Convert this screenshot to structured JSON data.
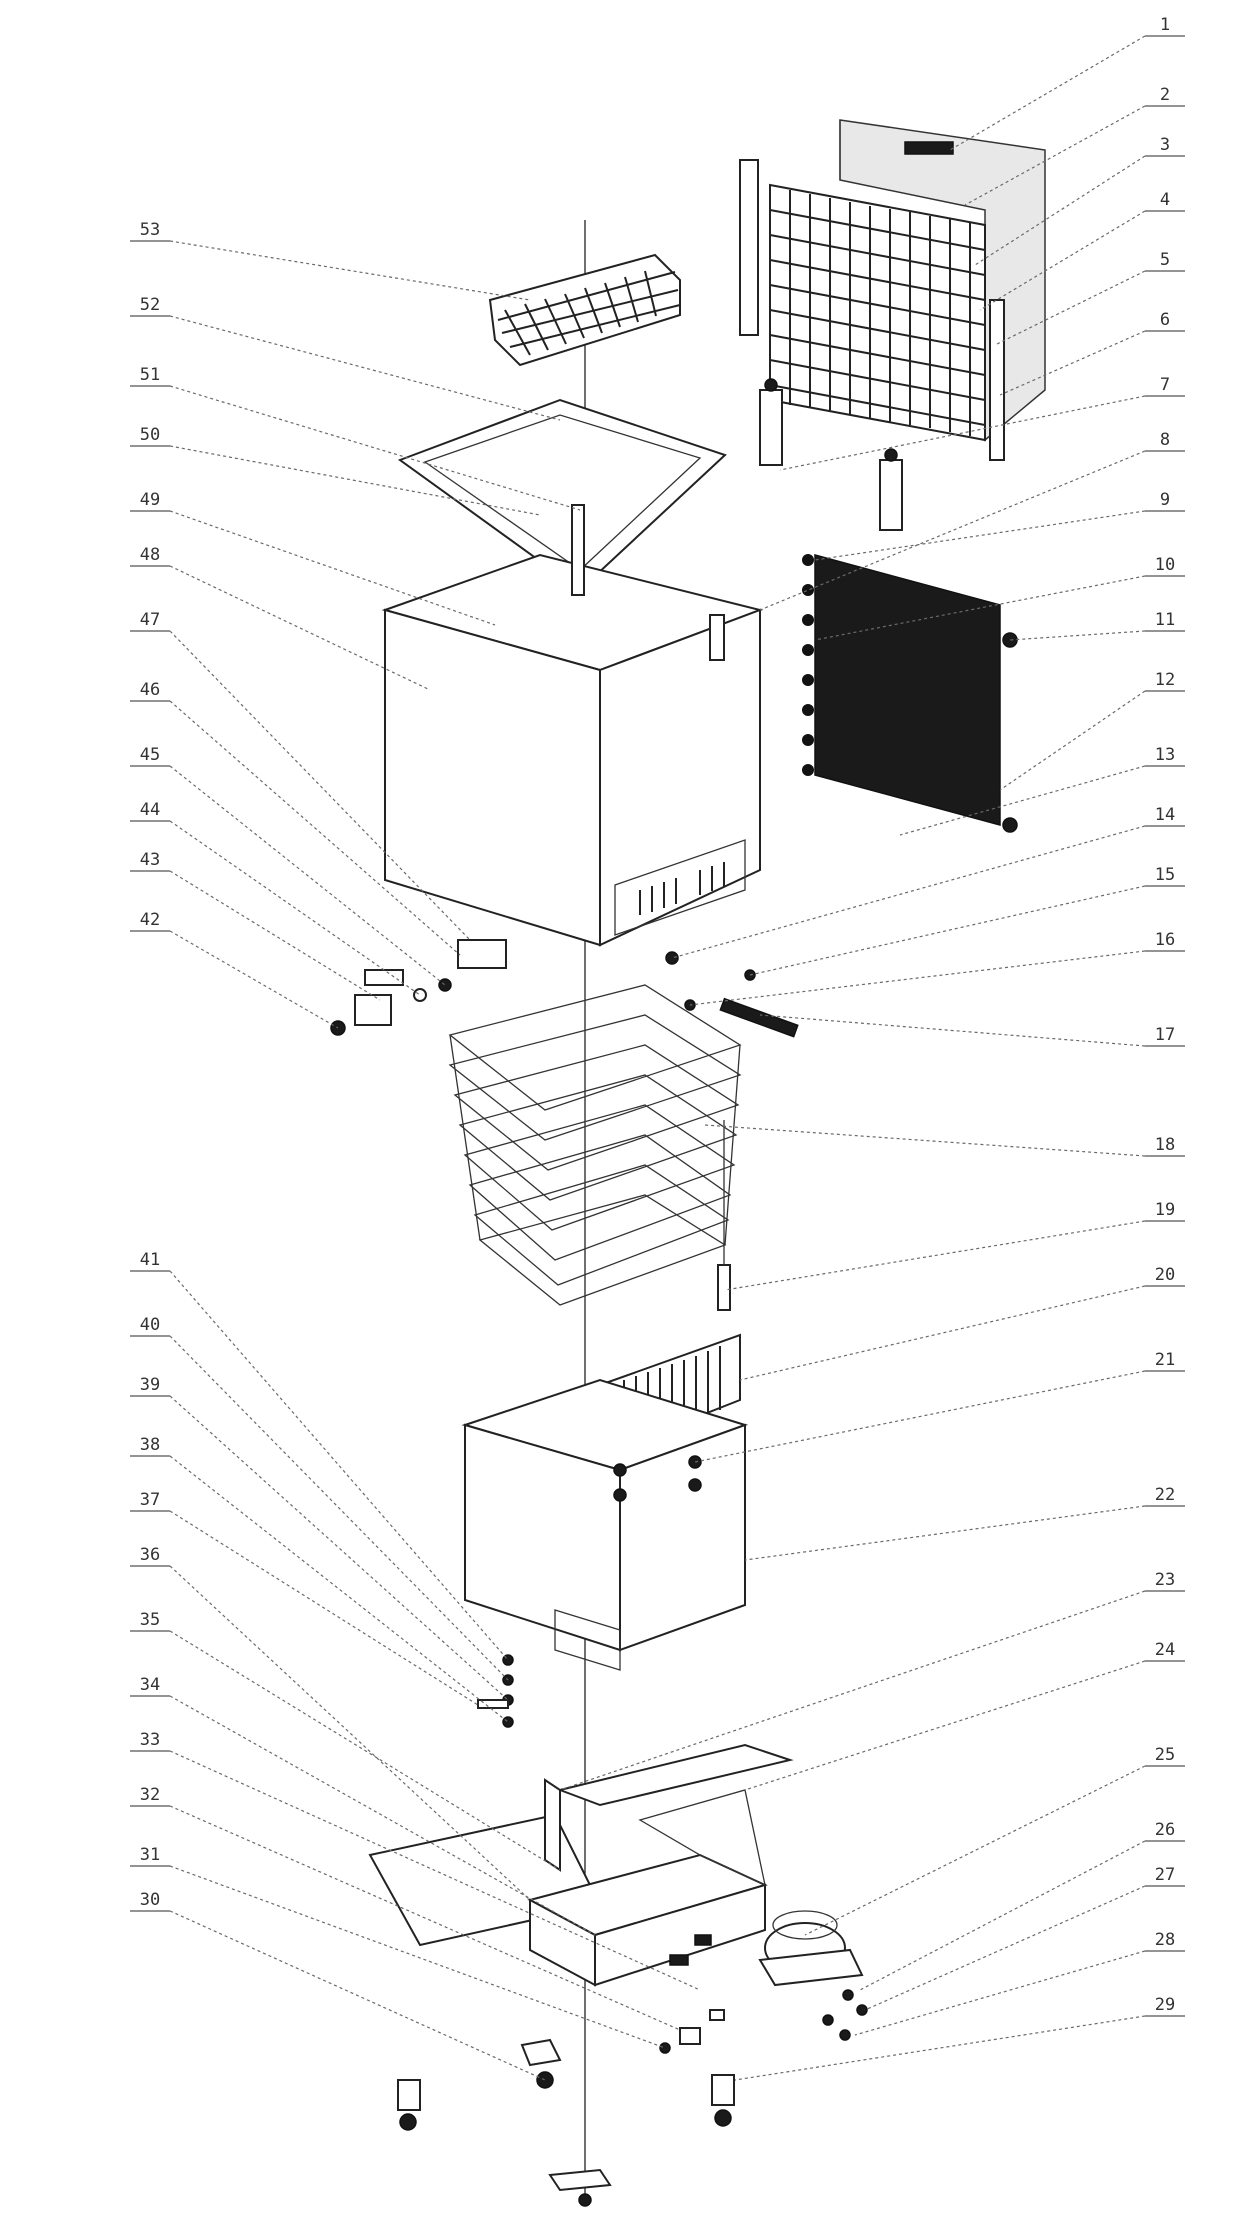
{
  "diagram": {
    "part_numbers": [
      "1",
      "2",
      "3",
      "4",
      "5",
      "6",
      "7",
      "8",
      "9",
      "10",
      "11",
      "12",
      "13",
      "14",
      "15",
      "16",
      "17",
      "18",
      "19",
      "20",
      "21",
      "22",
      "23",
      "24",
      "25",
      "26",
      "27",
      "28",
      "29",
      "30",
      "31",
      "32",
      "33",
      "34",
      "35",
      "36",
      "37",
      "38",
      "39",
      "40",
      "41",
      "42",
      "43",
      "44",
      "45",
      "46",
      "47",
      "48",
      "49",
      "50",
      "51",
      "52",
      "53"
    ]
  }
}
